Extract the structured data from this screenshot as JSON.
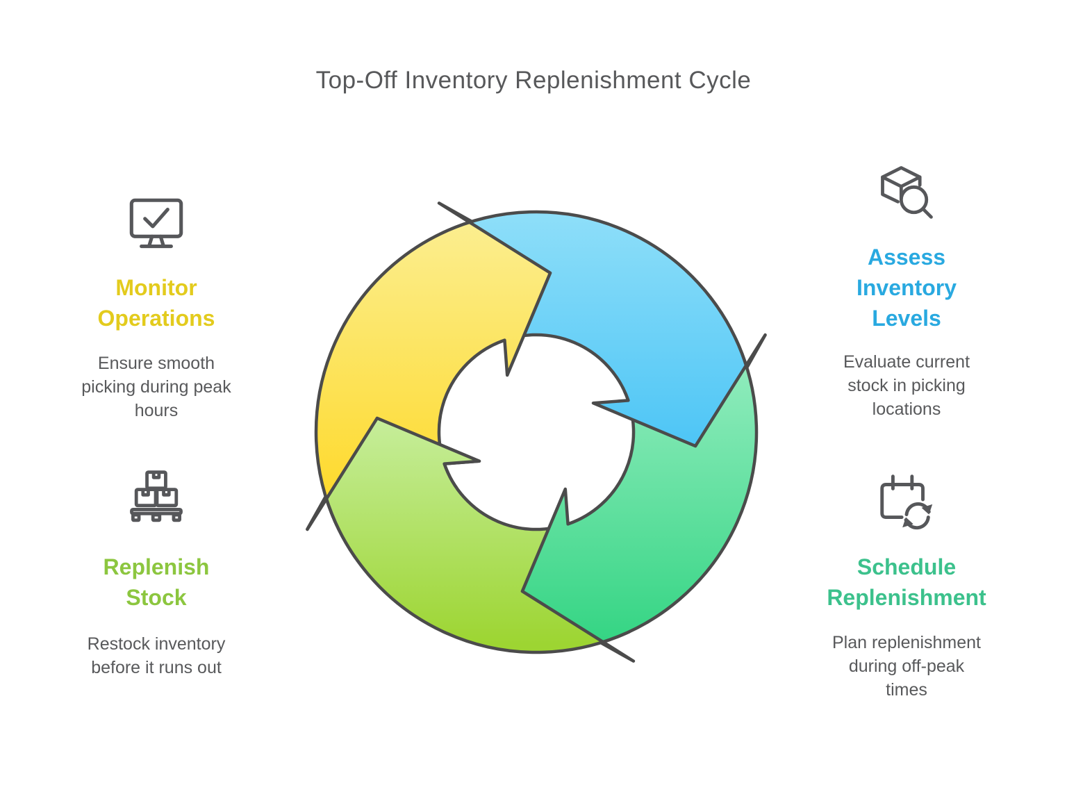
{
  "title": "Top-Off Inventory Replenishment Cycle",
  "background": "#ffffff",
  "text_color": "#58595b",
  "icon_color": "#56575a",
  "steps": [
    {
      "id": "monitor-operations",
      "icon": "monitor-check-icon",
      "heading_lines": [
        "Monitor",
        "Operations"
      ],
      "heading_color": "#e3cb1d",
      "description_lines": [
        "Ensure smooth",
        "picking during peak",
        "hours"
      ]
    },
    {
      "id": "assess-inventory-levels",
      "icon": "box-search-icon",
      "heading_lines": [
        "Assess",
        "Inventory",
        "Levels"
      ],
      "heading_color": "#29a9e0",
      "description_lines": [
        "Evaluate current",
        "stock in picking",
        "locations"
      ]
    },
    {
      "id": "replenish-stock",
      "icon": "pallet-boxes-icon",
      "heading_lines": [
        "Replenish",
        "Stock"
      ],
      "heading_color": "#8cc63f",
      "description_lines": [
        "Restock inventory",
        "before it runs out"
      ]
    },
    {
      "id": "schedule-replenishment",
      "icon": "calendar-sync-icon",
      "heading_lines": [
        "Schedule",
        "Replenishment"
      ],
      "heading_color": "#3cc18c",
      "description_lines": [
        "Plan replenishment",
        "during off-peak",
        "times"
      ]
    }
  ],
  "cycle": {
    "direction": "clockwise",
    "outline_color": "#4b4b4b",
    "segments": [
      {
        "step": "monitor-operations",
        "gradient_from": "#fbf099",
        "gradient_to": "#ffd103"
      },
      {
        "step": "assess-inventory-levels",
        "gradient_from": "#8ddef9",
        "gradient_to": "#1cb2f3"
      },
      {
        "step": "schedule-replenishment",
        "gradient_from": "#9aeec3",
        "gradient_to": "#2dd37f"
      },
      {
        "step": "replenish-stock",
        "gradient_from": "#c8efa0",
        "gradient_to": "#9dd532"
      }
    ]
  }
}
